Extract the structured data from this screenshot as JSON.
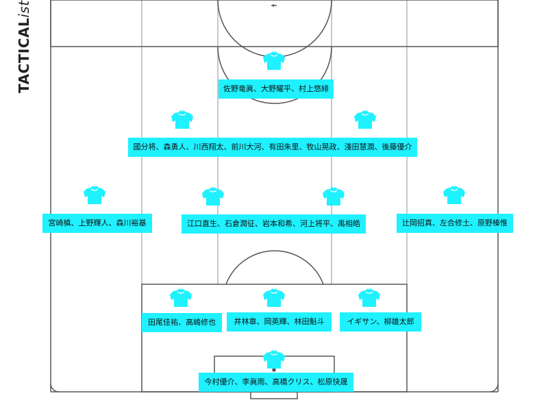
{
  "brand": {
    "bold": "TACTICAL",
    "thin": "ista"
  },
  "colors": {
    "accent": "#1ff1ff",
    "lines": "#555555",
    "stripes": "#c8c8c8"
  },
  "icon": "player-icon",
  "positions": [
    {
      "id": "fw",
      "names": "佐野竜眞、大野耀平、村上悠緋"
    },
    {
      "id": "amf",
      "names": "國分将、森勇人、川西翔太、前川大河、有田朱里、牧山晃政、淺田慧潤、後藤優介"
    },
    {
      "id": "lm",
      "names": "宮崎槙、上野輝人、森川裕基"
    },
    {
      "id": "cm",
      "names": "江口直生、石倉潤征、岩本和希、河上将平、禹相皓"
    },
    {
      "id": "rm",
      "names": "辻岡招真、左合修土、原野榛惟"
    },
    {
      "id": "lcb",
      "names": "田尾佳祐、高嶋修也"
    },
    {
      "id": "cb",
      "names": "井林章、岡英輝、林田魁斗"
    },
    {
      "id": "rcb",
      "names": "イギサン、柳雄太郎"
    },
    {
      "id": "gk",
      "names": "今村優介、李眞雨、高橋クリス、松原快晟"
    }
  ]
}
